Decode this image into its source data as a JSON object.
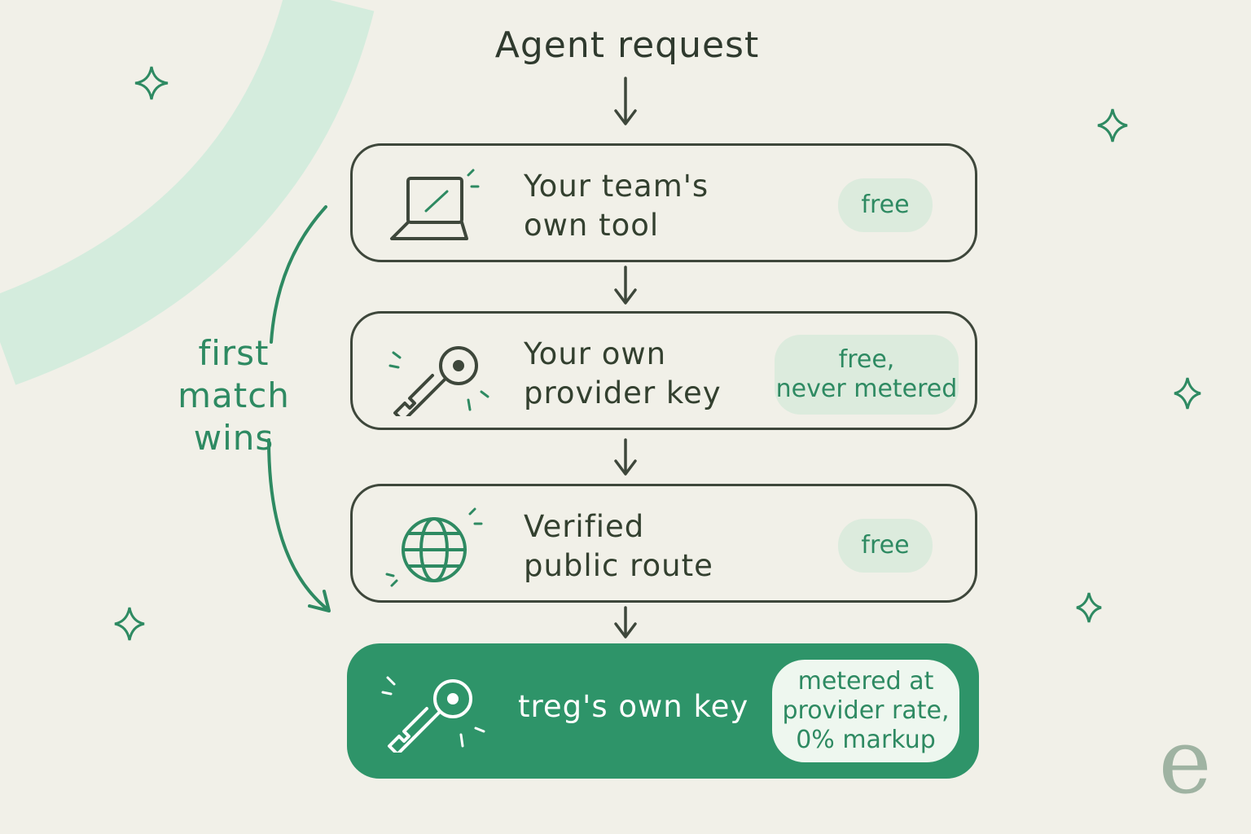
{
  "title": "Agent request",
  "side_label": {
    "lines": [
      "first",
      "match",
      "wins"
    ]
  },
  "steps": [
    {
      "label_lines": [
        "Your team's",
        "own tool"
      ],
      "badge_lines": [
        "free"
      ],
      "icon": "laptop-icon"
    },
    {
      "label_lines": [
        "Your own",
        "provider key"
      ],
      "badge_lines": [
        "free,",
        "never metered"
      ],
      "icon": "key-icon"
    },
    {
      "label_lines": [
        "Verified",
        "public route"
      ],
      "badge_lines": [
        "free"
      ],
      "icon": "globe-icon"
    },
    {
      "label_lines": [
        "treg's own key"
      ],
      "badge_lines": [
        "metered at",
        "provider rate,",
        "0% markup"
      ],
      "icon": "key-icon"
    }
  ],
  "watermark": "e",
  "colors": {
    "background": "#f1f0e8",
    "accent_green": "#2e9469",
    "badge_bg": "#dcebdd",
    "outline": "#3e473b",
    "arc": "#d4ecdd"
  }
}
